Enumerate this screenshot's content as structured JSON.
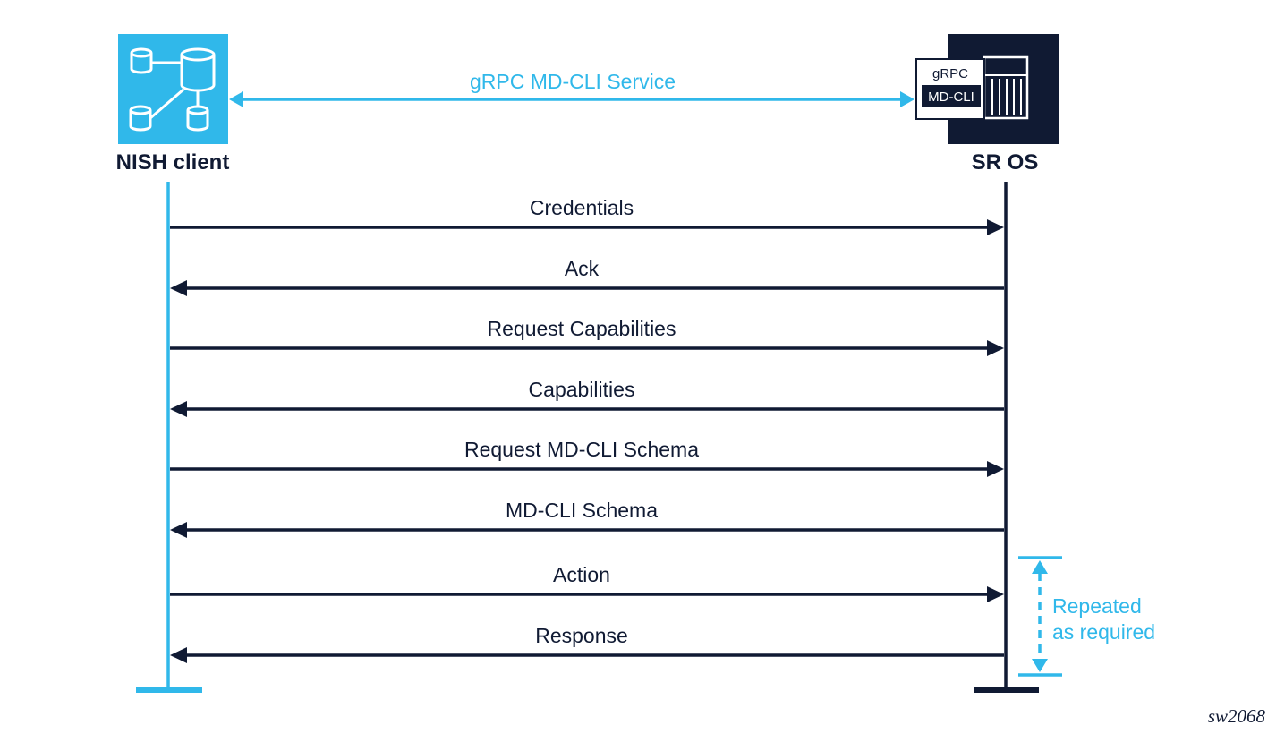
{
  "colors": {
    "accent": "#30b8ea",
    "dark": "#101a33",
    "white": "#ffffff"
  },
  "client": {
    "label": "NISH client",
    "icon": "database-network-icon"
  },
  "server": {
    "label": "SR OS",
    "icon": "router-chassis-icon",
    "box_top_label": "gRPC",
    "box_bottom_label": "MD-CLI"
  },
  "service": {
    "label": "gRPC MD-CLI Service"
  },
  "messages": [
    {
      "label": "Credentials",
      "direction": "to_server"
    },
    {
      "label": "Ack",
      "direction": "to_client"
    },
    {
      "label": "Request Capabilities",
      "direction": "to_server"
    },
    {
      "label": "Capabilities",
      "direction": "to_client"
    },
    {
      "label": "Request MD-CLI Schema",
      "direction": "to_server"
    },
    {
      "label": "MD-CLI Schema",
      "direction": "to_client"
    },
    {
      "label": "Action",
      "direction": "to_server"
    },
    {
      "label": "Response",
      "direction": "to_client"
    }
  ],
  "repeat_note": {
    "line1": "Repeated",
    "line2": "as required"
  },
  "figure_id": "sw2068"
}
